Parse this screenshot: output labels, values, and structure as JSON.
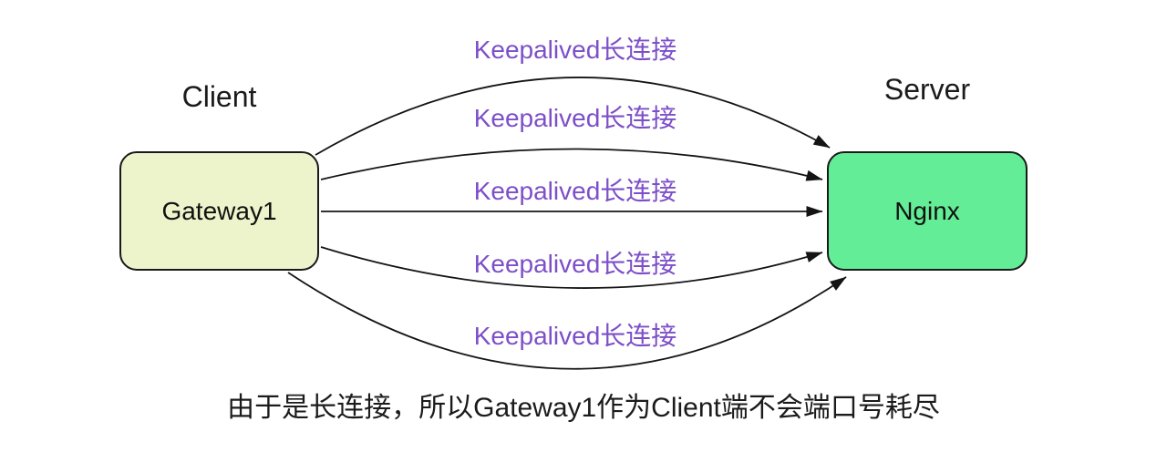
{
  "diagram": {
    "background": "#ffffff",
    "client_group": {
      "heading": "Client",
      "node_label": "Gateway1",
      "node_fill": "#edf4cb",
      "node_border": "#1a1a1a"
    },
    "server_group": {
      "heading": "Server",
      "node_label": "Nginx",
      "node_fill": "#63ed96",
      "node_border": "#1a1a1a"
    },
    "connections": [
      {
        "label": "Keepalived长连接"
      },
      {
        "label": "Keepalived长连接"
      },
      {
        "label": "Keepalived长连接"
      },
      {
        "label": "Keepalived长连接"
      },
      {
        "label": "Keepalived长连接"
      }
    ],
    "connection_label_color": "#7d4fc8",
    "arrow_color": "#141414",
    "caption": "由于是长连接，所以Gateway1作为Client端不会端口号耗尽",
    "caption_color": "#1b1b1b"
  }
}
